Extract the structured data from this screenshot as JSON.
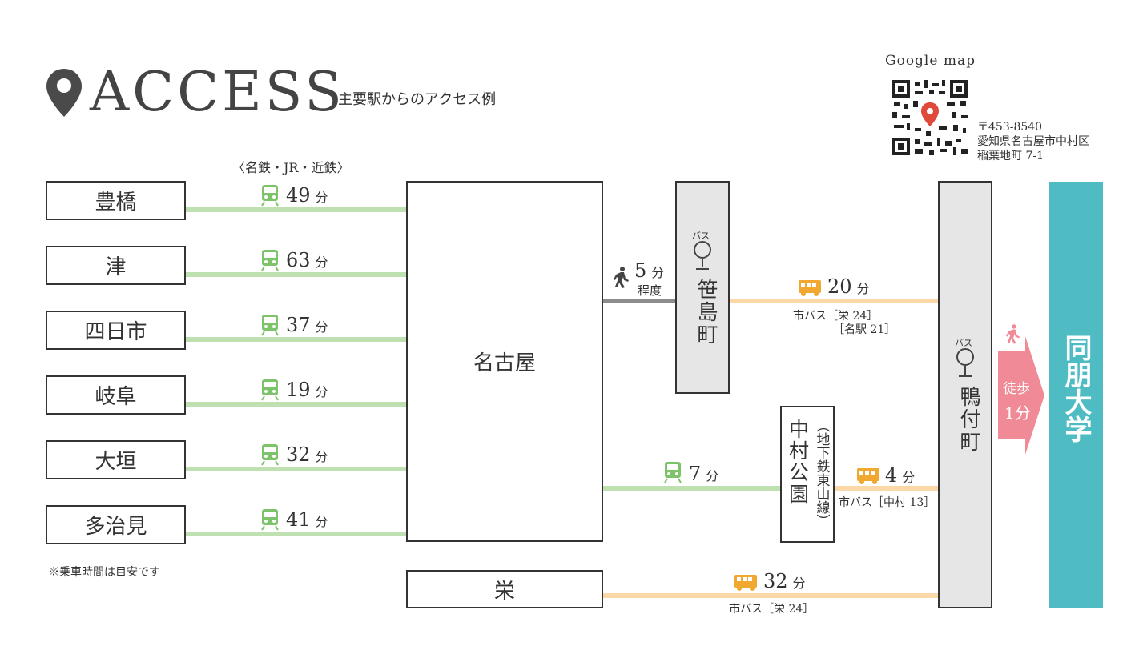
{
  "header": {
    "title": "ACCESS",
    "subtitle": "主要駅からのアクセス例"
  },
  "map_info": {
    "qr_label": "Google map",
    "postal": "〒453-8540",
    "address1": "愛知県名古屋市中村区",
    "address2": "稲葉地町 7-1"
  },
  "lines_note": "〈名鉄・JR・近鉄〉",
  "origins": [
    {
      "name": "豊橋",
      "minutes": "49",
      "unit": "分"
    },
    {
      "name": "津",
      "minutes": "63",
      "unit": "分"
    },
    {
      "name": "四日市",
      "minutes": "37",
      "unit": "分"
    },
    {
      "name": "岐阜",
      "minutes": "19",
      "unit": "分"
    },
    {
      "name": "大垣",
      "minutes": "32",
      "unit": "分"
    },
    {
      "name": "多治見",
      "minutes": "41",
      "unit": "分"
    }
  ],
  "footnote": "※乗車時間は目安です",
  "hub": {
    "name": "名古屋"
  },
  "sakae": {
    "name": "栄"
  },
  "walk_to_sasashima": {
    "minutes": "5",
    "unit": "分",
    "note": "程度"
  },
  "sasashima": {
    "bus_label": "バス",
    "name": "笹島町"
  },
  "bus_sasashima": {
    "minutes": "20",
    "unit": "分",
    "route1": "市バス［栄 24］",
    "route2": "［名駅 21］"
  },
  "subway_nakamura": {
    "minutes": "7",
    "unit": "分"
  },
  "nakamura": {
    "name": "中村公園",
    "line": "（地下鉄東山線）"
  },
  "bus_nakamura": {
    "minutes": "4",
    "unit": "分",
    "route": "市バス［中村 13］"
  },
  "bus_sakae": {
    "minutes": "32",
    "unit": "分",
    "route": "市バス［栄 24］"
  },
  "kamotsuke": {
    "bus_label": "バス",
    "name": "鴨付町"
  },
  "walk_final": {
    "label": "徒歩",
    "minutes": "1分"
  },
  "destination": {
    "name": "同朋大学"
  },
  "colors": {
    "green_line": "#bfe0b0",
    "orange_line": "#fbd8a8",
    "train_icon": "#7cc36a",
    "bus_icon": "#f0a830",
    "walk_arrow": "#f08a96",
    "destination": "#4fbcc4"
  }
}
